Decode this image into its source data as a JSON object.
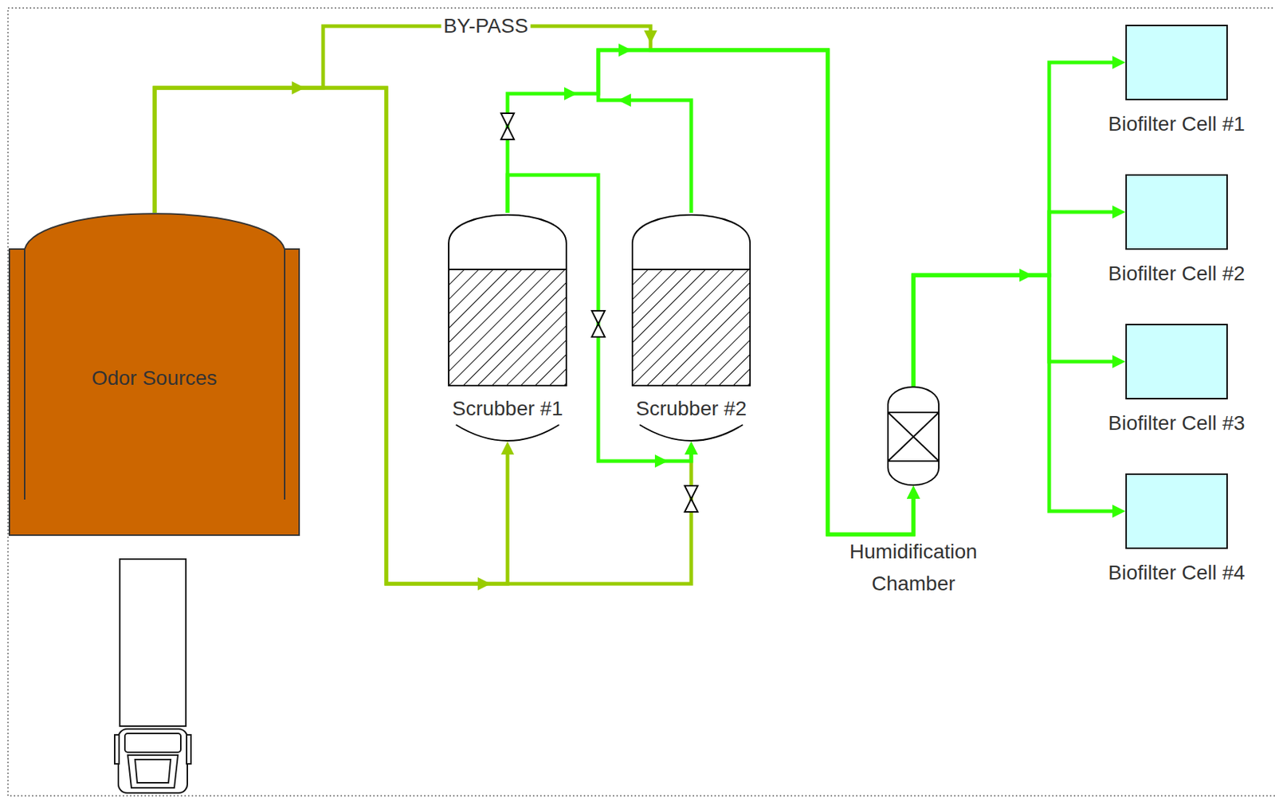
{
  "diagram": {
    "nodes": [
      {
        "text": [
          "Odor Sources"
        ]
      },
      {
        "text": [
          "Scrubber #1"
        ]
      },
      {
        "text": [
          "Scrubber #2"
        ]
      },
      {
        "text": [
          "Humidification Chamber"
        ]
      },
      {
        "text": [
          "Biofilter Cell #1"
        ]
      },
      {
        "text": [
          "Biofilter Cell #2"
        ]
      },
      {
        "text": [
          "Biofilter Cell #3"
        ]
      },
      {
        "text": [
          "Biofilter Cell #4"
        ]
      }
    ],
    "edges": [
      {
        "from": 0,
        "to": 1,
        "arrow": "to"
      },
      {
        "from": 0,
        "to": 2,
        "arrow": "to"
      },
      {
        "from": 0,
        "to": 3,
        "label": "BY-PASS",
        "arrow": "to"
      },
      {
        "from": 1,
        "to": 2,
        "arrow": "to"
      },
      {
        "from": 1,
        "to": 3,
        "arrow": "to"
      },
      {
        "from": 2,
        "to": 3,
        "arrow": "to"
      },
      {
        "from": 3,
        "to": 4,
        "arrow": "to"
      },
      {
        "from": 3,
        "to": 5,
        "arrow": "to"
      },
      {
        "from": 3,
        "to": 6,
        "arrow": "to"
      },
      {
        "from": 3,
        "to": 7,
        "arrow": "to"
      }
    ]
  }
}
